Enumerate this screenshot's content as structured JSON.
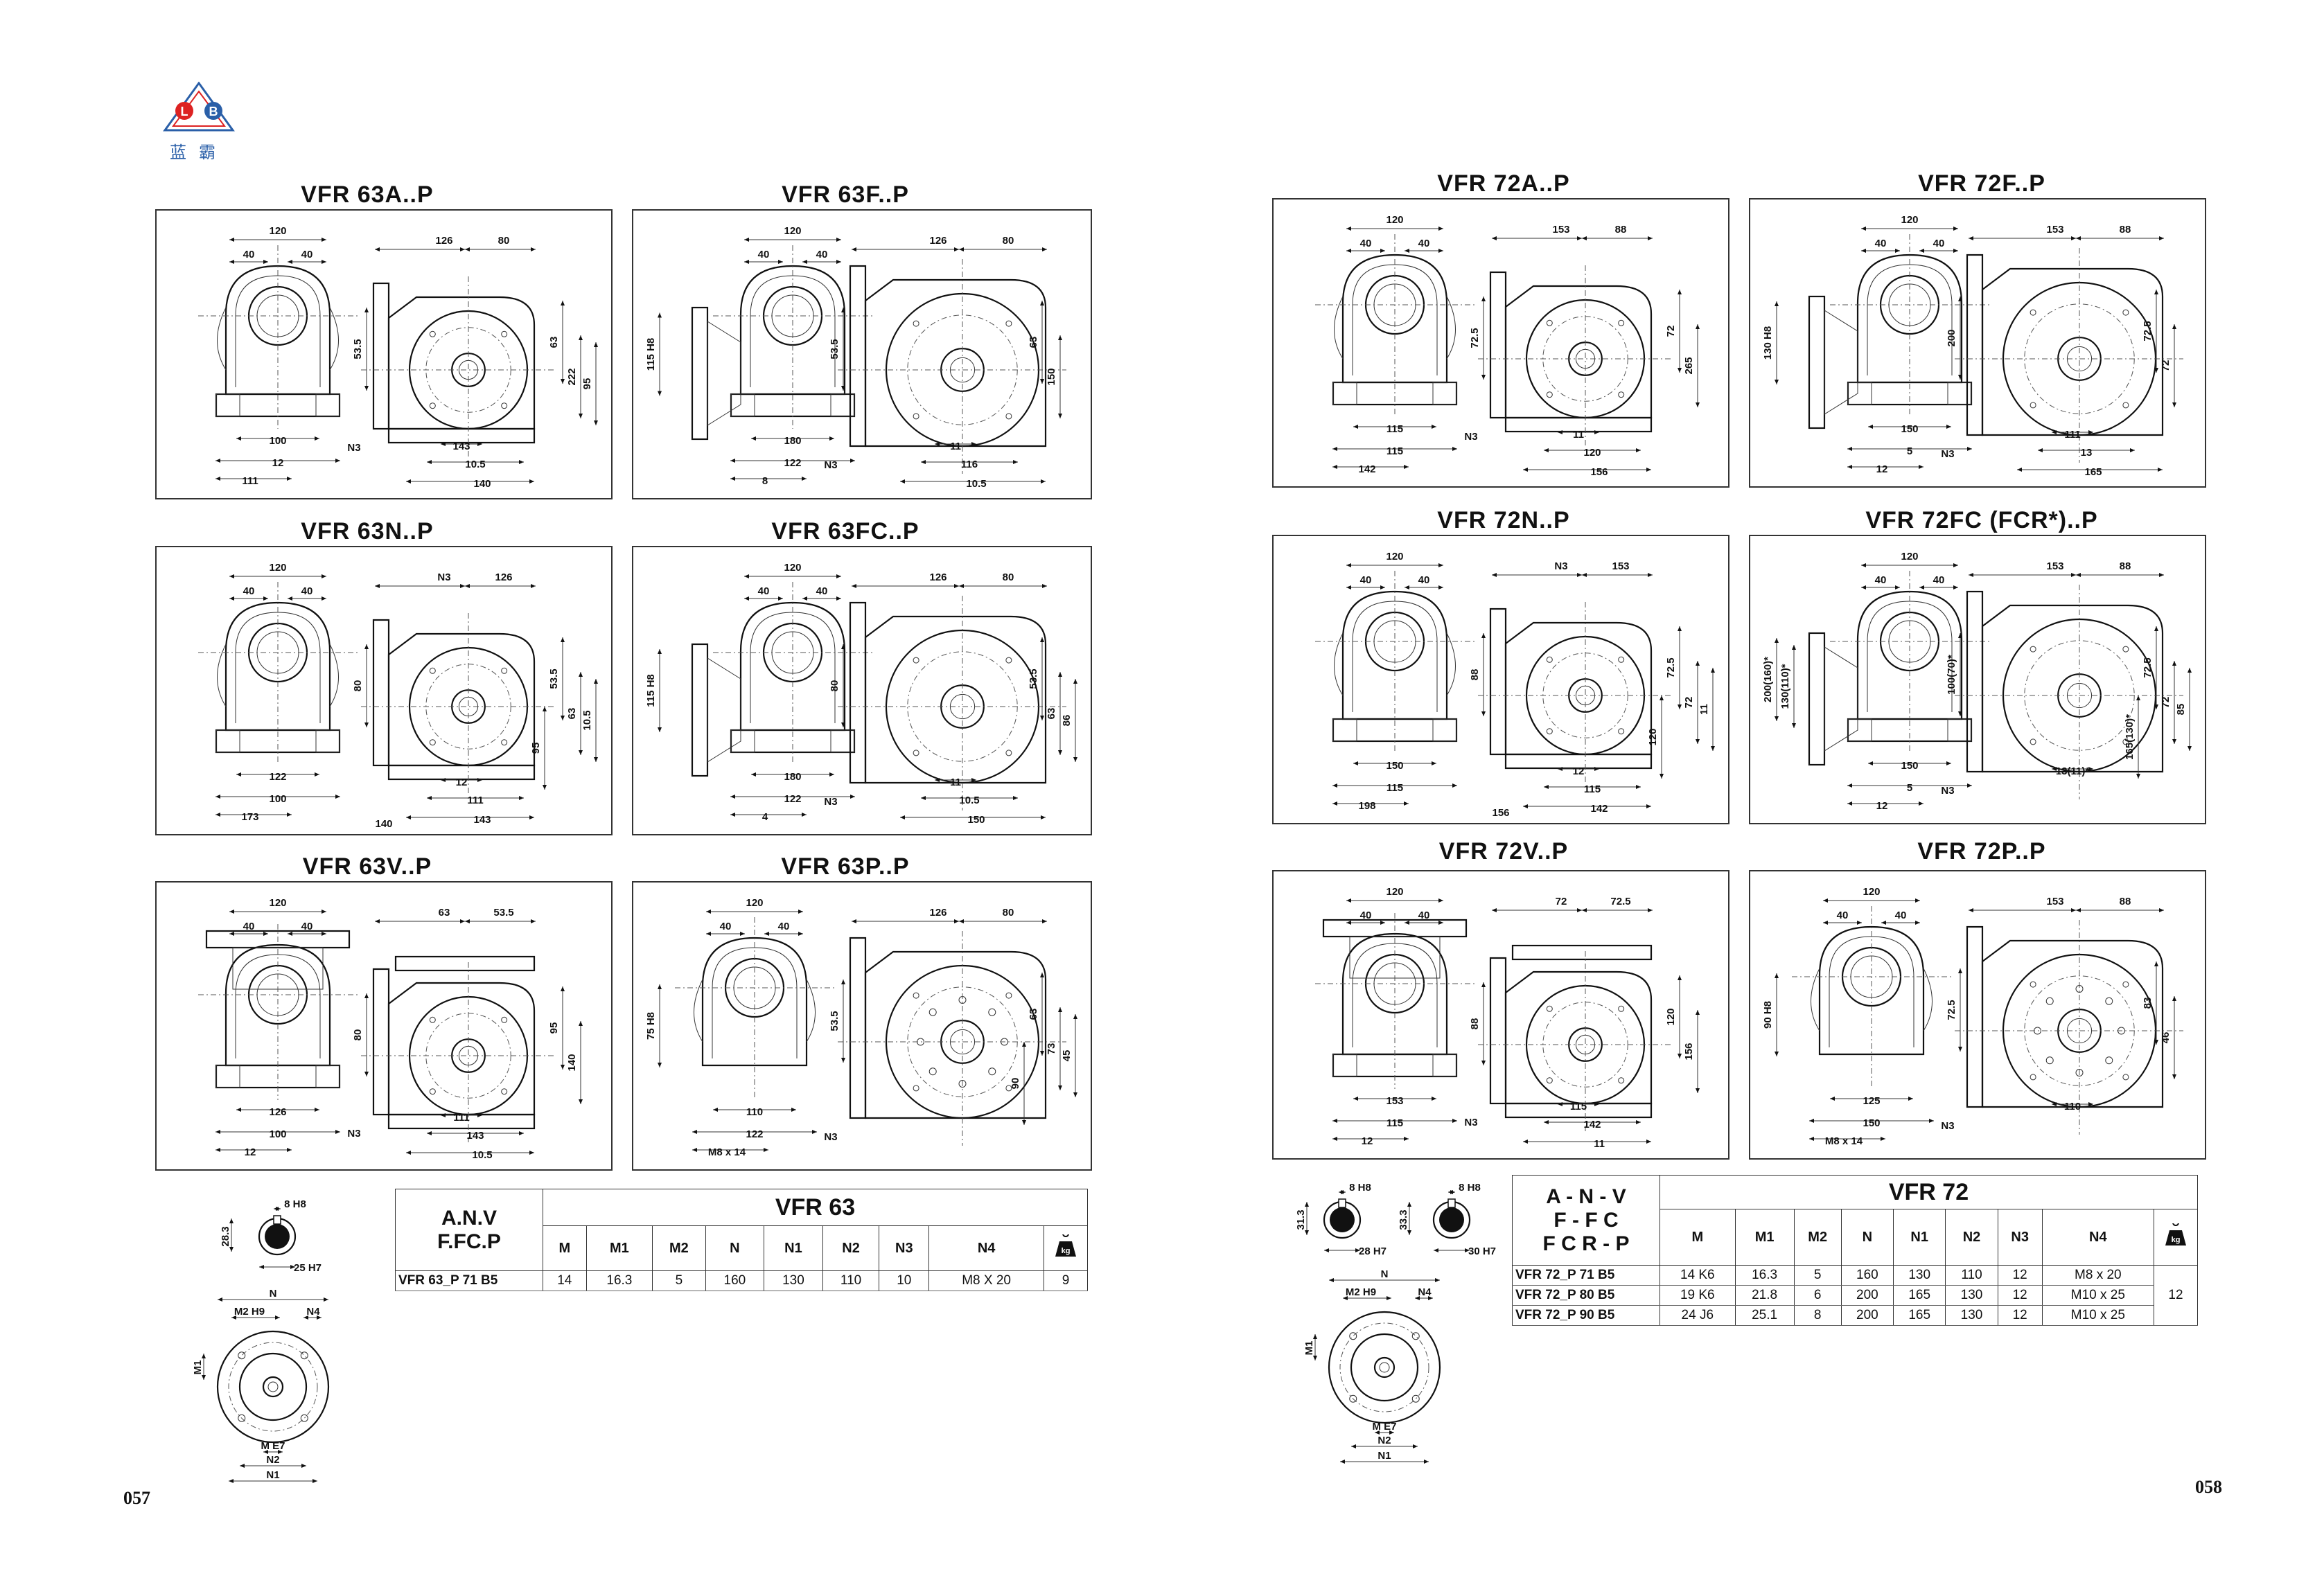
{
  "brand": {
    "logo_letters": "L B",
    "logo_cn": "蓝霸"
  },
  "pages": {
    "left_number": "057",
    "right_number": "058"
  },
  "panels": [
    {
      "title": "VFR 63A..P",
      "dims": [
        "120",
        "40",
        "40",
        "126",
        "80",
        "53.5",
        "63",
        "222",
        "100",
        "12",
        "N3",
        "111",
        "143",
        "10.5",
        "95",
        "140"
      ]
    },
    {
      "title": "VFR 63F..P",
      "dims": [
        "120",
        "40",
        "40",
        "126",
        "80",
        "180",
        "115 H8",
        "53.5",
        "63",
        "122",
        "N3",
        "8",
        "11",
        "116",
        "10.5",
        "150"
      ]
    },
    {
      "title": "VFR 63N..P",
      "dims": [
        "120",
        "40",
        "40",
        "N3",
        "126",
        "80",
        "122",
        "53.5",
        "63",
        "100",
        "173",
        "12",
        "111",
        "143",
        "10.5",
        "95",
        "140"
      ]
    },
    {
      "title": "VFR 63FC..P",
      "dims": [
        "120",
        "40",
        "40",
        "126",
        "80",
        "180",
        "115 H8",
        "80",
        "53.5",
        "63",
        "122",
        "N3",
        "4",
        "11",
        "86",
        "10.5",
        "150"
      ]
    },
    {
      "title": "VFR 63V..P",
      "dims": [
        "120",
        "40",
        "40",
        "63",
        "53.5",
        "N3",
        "126",
        "80",
        "100",
        "12",
        "111",
        "143",
        "10.5",
        "95",
        "140"
      ]
    },
    {
      "title": "VFR 63P..P",
      "dims": [
        "120",
        "40",
        "40",
        "126",
        "80",
        "110",
        "75 H8",
        "53.5",
        "63",
        "122",
        "73",
        "N3",
        "45",
        "M8 x 14",
        "90"
      ]
    },
    {
      "title": "VFR 72A..P",
      "dims": [
        "120",
        "40",
        "40",
        "153",
        "88",
        "72.5",
        "72",
        "115",
        "265",
        "N3",
        "115",
        "142",
        "11",
        "120",
        "156"
      ]
    },
    {
      "title": "VFR 72F..P",
      "dims": [
        "120",
        "40",
        "40",
        "153",
        "88",
        "200",
        "130 H8",
        "72.5",
        "72",
        "150",
        "N3",
        "5",
        "12",
        "111",
        "13",
        "165"
      ]
    },
    {
      "title": "VFR 72N..P",
      "dims": [
        "120",
        "40",
        "40",
        "N3",
        "153",
        "88",
        "150",
        "72.5",
        "72",
        "115",
        "198",
        "12",
        "115",
        "142",
        "11",
        "120",
        "156"
      ]
    },
    {
      "title": "VFR 72FC (FCR*)..P",
      "dims": [
        "120",
        "40",
        "40",
        "153",
        "88",
        "200(160)*",
        "130(110)*",
        "100(70)*",
        "72.5",
        "72",
        "150",
        "N3",
        "5",
        "12",
        "85",
        "13(11)*",
        "165(130)*"
      ]
    },
    {
      "title": "VFR 72V..P",
      "dims": [
        "120",
        "40",
        "40",
        "72",
        "72.5",
        "N3",
        "153",
        "115",
        "88",
        "12",
        "115",
        "142",
        "11",
        "120",
        "156"
      ]
    },
    {
      "title": "VFR 72P..P",
      "dims": [
        "120",
        "40",
        "40",
        "153",
        "88",
        "125",
        "90 H8",
        "72.5",
        "150",
        "83",
        "N3",
        "46",
        "M8 x 14",
        "110"
      ]
    }
  ],
  "shafts": {
    "left": {
      "key": "8 H8",
      "height": "28.3",
      "bore": "25 H7"
    },
    "right_a": {
      "key": "8 H8",
      "height": "31.3",
      "bore": "28 H7"
    },
    "right_b": {
      "key": "8 H8",
      "height": "33.3",
      "bore": "30 H7"
    }
  },
  "flange": {
    "labels": [
      "N",
      "M2 H9",
      "N4",
      "M1",
      "M E7",
      "N2",
      "N1"
    ]
  },
  "table63": {
    "type_label_1": "A.N.V",
    "type_label_2": "F.FC.P",
    "header": "VFR 63",
    "columns": [
      "M",
      "M1",
      "M2",
      "N",
      "N1",
      "N2",
      "N3",
      "N4"
    ],
    "rows": [
      {
        "label": "VFR 63_P 71 B5",
        "cells": [
          "14",
          "16.3",
          "5",
          "160",
          "130",
          "110",
          "10",
          "M8 X 20",
          "9"
        ]
      }
    ]
  },
  "table72": {
    "type_label_1": "A - N - V",
    "type_label_2": "F - F C",
    "type_label_3": "F C R - P",
    "header": "VFR 72",
    "columns": [
      "M",
      "M1",
      "M2",
      "N",
      "N1",
      "N2",
      "N3",
      "N4"
    ],
    "weight": "12",
    "rows": [
      {
        "label": "VFR 72_P 71 B5",
        "cells": [
          "14 K6",
          "16.3",
          "5",
          "160",
          "130",
          "110",
          "12",
          "M8 x 20"
        ]
      },
      {
        "label": "VFR 72_P 80 B5",
        "cells": [
          "19 K6",
          "21.8",
          "6",
          "200",
          "165",
          "130",
          "12",
          "M10 x 25"
        ]
      },
      {
        "label": "VFR 72_P 90 B5",
        "cells": [
          "24 J6",
          "25.1",
          "8",
          "200",
          "165",
          "130",
          "12",
          "M10 x 25"
        ]
      }
    ]
  },
  "kg_label": "kg"
}
